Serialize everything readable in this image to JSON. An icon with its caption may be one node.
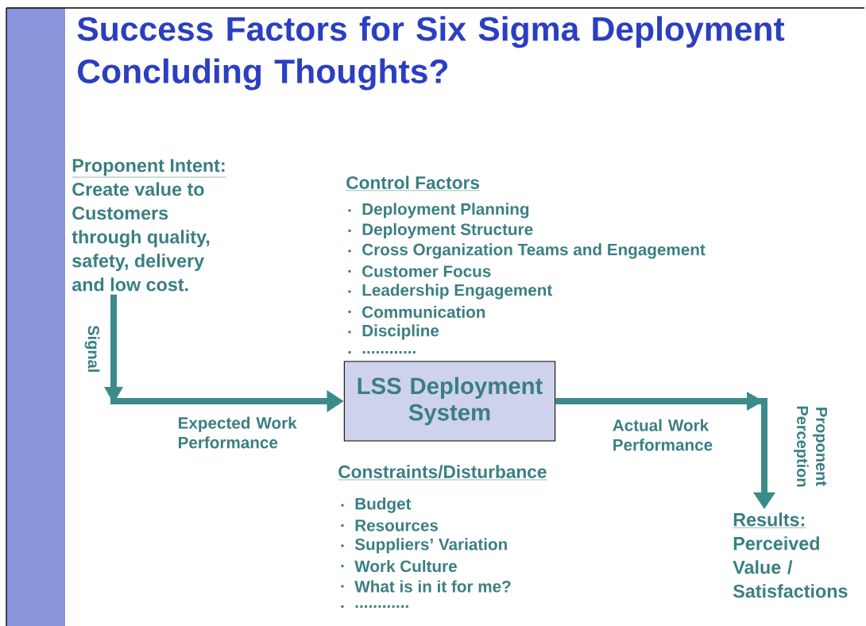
{
  "diagram": {
    "title": "Success Factors for Six Sigma  Deployment Concluding Thoughts?",
    "nodes": [
      {
        "text": [
          "Proponent Intent:",
          "Create value to Customers through quality, safety, delivery and low cost."
        ]
      },
      {
        "text": [
          "LSS Deployment System"
        ]
      },
      {
        "text": [
          "Results:",
          "Perceived Value / Satisfactions"
        ]
      }
    ],
    "edges": [
      {
        "from": 0,
        "to": 1,
        "arrow": "to",
        "label": "Expected Work Performance"
      },
      {
        "from": 1,
        "to": 2,
        "arrow": "to",
        "label": "Actual Work Performance"
      }
    ],
    "labels": [
      "Signal",
      "Control Factors",
      "Deployment Planning",
      "Deployment Structure",
      "Cross Organization Teams and Engagement",
      "Customer Focus",
      "Leadership Engagement",
      "Communication",
      "Discipline",
      "............",
      "Proponent Perception",
      "Constraints/Disturbance",
      "Budget",
      "Resources",
      "Suppliers’ Variation",
      "Work Culture",
      "What is in it for me?",
      "............"
    ]
  }
}
